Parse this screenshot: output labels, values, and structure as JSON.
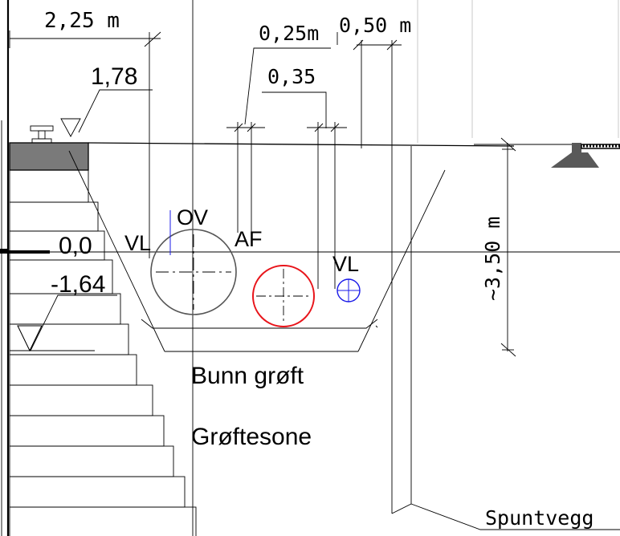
{
  "dimensions": {
    "width_top": "2,25 m",
    "spacing_a": "0,25m",
    "spacing_b": "0,50 m",
    "spacing_c": "0,35",
    "depth": "~3,50 m"
  },
  "levels": {
    "top": "1,78",
    "zero": "0,0",
    "bottom": "-1,64"
  },
  "pipe_labels": {
    "vl_left": "VL",
    "ov": "OV",
    "af": "AF",
    "vl_right": "VL"
  },
  "zones": {
    "trench_bottom": "Bunn grøft",
    "trench_zone": "Grøftesone"
  },
  "sheet_pile": "Spuntvegg",
  "colors": {
    "af_pipe": "#e8141a",
    "vl_pipe": "#1a1ae8",
    "ov_marker": "#1a1ae8",
    "rail_block": "#7a7a7a",
    "ground_mark": "#595959"
  }
}
